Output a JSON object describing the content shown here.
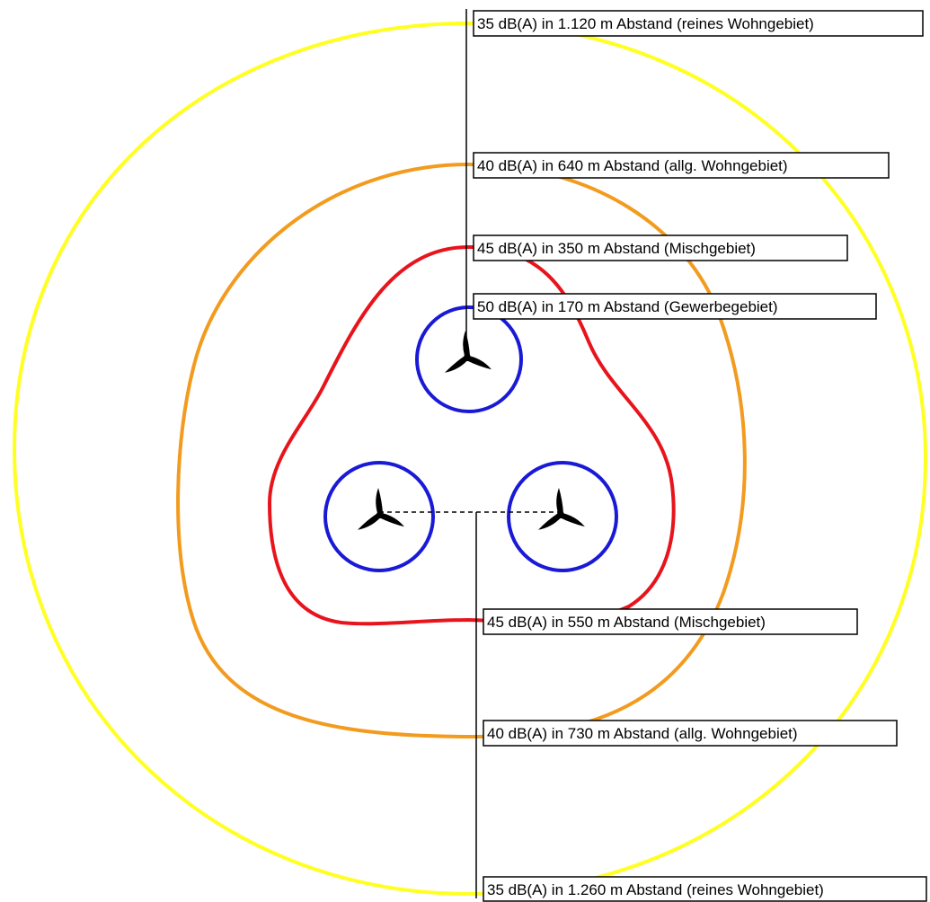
{
  "colors": {
    "level_35": "#ffff22",
    "level_40": "#f29b1e",
    "level_45": "#e8141c",
    "level_50": "#1a1ad6",
    "leader_lines": "#000000",
    "turbine": "#000000"
  },
  "icons": {
    "turbine": "wind-turbine-icon"
  },
  "labels": {
    "l35_top": "35 dB(A) in 1.120 m Abstand (reines Wohngebiet)",
    "l40_top": "40 dB(A) in 640 m Abstand (allg. Wohngebiet)",
    "l45_top": "45 dB(A) in 350 m Abstand (Mischgebiet)",
    "l50": "50 dB(A) in 170 m Abstand (Gewerbegebiet)",
    "l45_bottom": "45 dB(A) in 550 m Abstand (Mischgebiet)",
    "l40_bottom": "40 dB(A) in 730 m Abstand (allg. Wohngebiet)",
    "l35_bottom": "35 dB(A) in 1.260 m Abstand (reines Wohngebiet)"
  }
}
